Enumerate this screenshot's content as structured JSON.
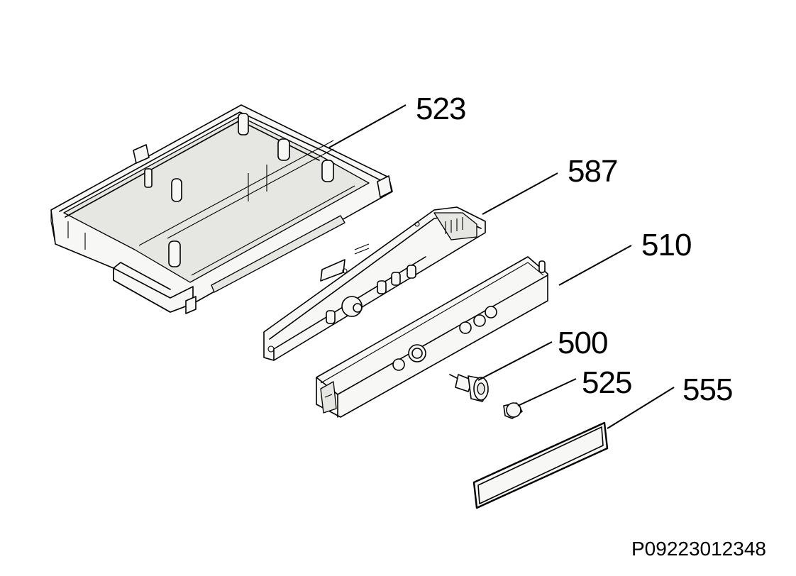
{
  "diagram": {
    "callouts": {
      "p523": "523",
      "p587": "587",
      "p510": "510",
      "p500": "500",
      "p525": "525",
      "p555": "555"
    },
    "drawing_code": "P09223012348"
  }
}
